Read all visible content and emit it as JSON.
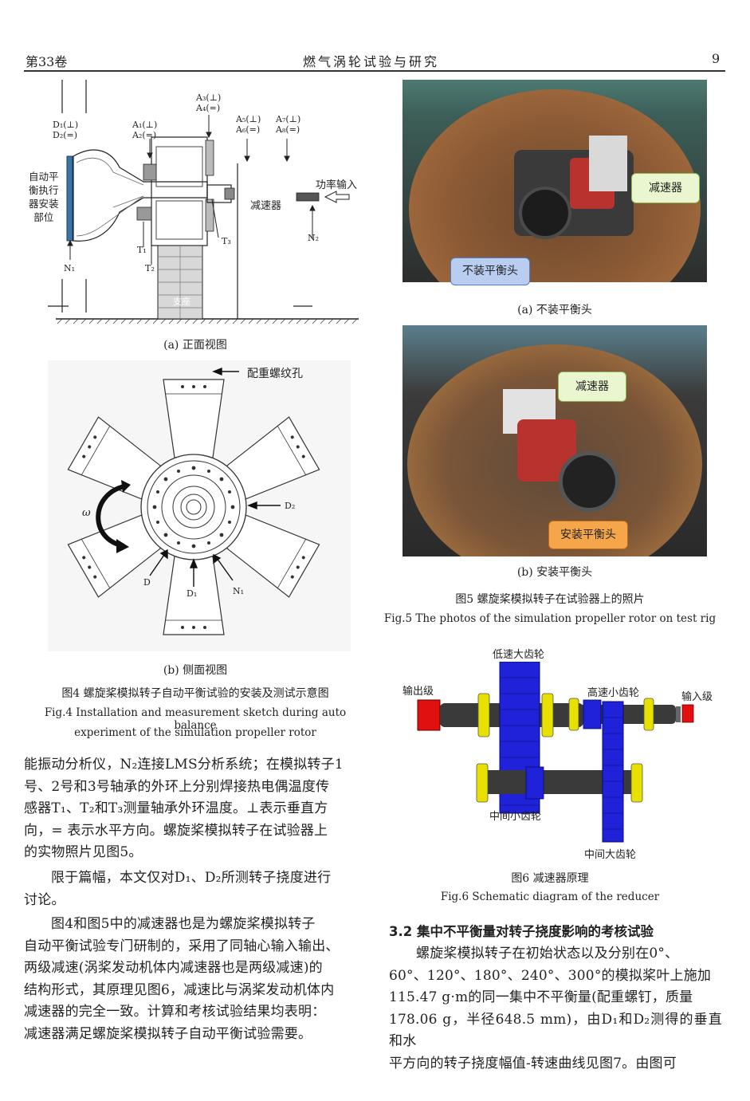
{
  "header": {
    "volume": "第33卷",
    "journal": "燃气涡轮试验与研究",
    "page": "9"
  },
  "fig4a": {
    "labels": {
      "d": "D₁(⊥)",
      "d2": "D₂(=)",
      "a1": "A₁(⊥)",
      "a2": "A₂(=)",
      "a3": "A₃(⊥)",
      "a4": "A₄(=)",
      "a5": "A₅(⊥)",
      "a6": "A₆(=)",
      "a7": "A₇(⊥)",
      "a8": "A₈(=)",
      "actuator": [
        "自动平",
        "衡执行",
        "器安装",
        "部位"
      ],
      "power": "功率输入",
      "reducer": "减速器",
      "support": "支座",
      "n1": "N₁",
      "n2": "N₂",
      "t1": "T₁",
      "t2": "T₂",
      "t3": "T₃"
    },
    "caption": "(a)  正面视图"
  },
  "fig4b": {
    "labels": {
      "hole": "配重螺纹孔",
      "omega": "ω",
      "d2": "D₂",
      "d": "D",
      "d1": "D₁",
      "n1": "N₁"
    },
    "caption": "(b)  侧面视图"
  },
  "fig4_caption_cn": "图4  螺旋桨模拟转子自动平衡试验的安装及测试示意图",
  "fig4_caption_en_1": "Fig.4  Installation and measurement sketch during auto balance",
  "fig4_caption_en_2": "experiment of the simulation propeller rotor",
  "fig5a": {
    "callout_reducer": "减速器",
    "callout_head": "不装平衡头",
    "caption": "(a)  不装平衡头"
  },
  "fig5b": {
    "callout_reducer": "减速器",
    "callout_head": "安装平衡头",
    "caption": "(b)  安装平衡头"
  },
  "fig5_caption_cn": "图5  螺旋桨模拟转子在试验器上的照片",
  "fig5_caption_en": "Fig.5  The photos of the simulation propeller rotor on test rig",
  "fig6": {
    "labels": {
      "low_big": "低速大齿轮",
      "output": "输出级",
      "high_small": "高速小齿轮",
      "input": "输入级",
      "mid_small": "中间小齿轮",
      "mid_big": "中间大齿轮"
    }
  },
  "fig6_caption_cn": "图6  减速器原理",
  "fig6_caption_en": "Fig.6  Schematic diagram of the reducer",
  "left_text": [
    "能振动分析仪，N₂连接LMS分析系统；在模拟转子1",
    "号、2号和3号轴承的外环上分别焊接热电偶温度传",
    "感器T₁、T₂和T₃测量轴承外环温度。⊥表示垂直方",
    "向，= 表示水平方向。螺旋桨模拟转子在试验器上",
    "的实物照片见图5。",
    "限于篇幅，本文仅对D₁、D₂所测转子挠度进行",
    "讨论。",
    "图4和图5中的减速器也是为螺旋桨模拟转子",
    "自动平衡试验专门研制的，采用了同轴心输入输出、",
    "两级减速(涡桨发动机体内减速器也是两级减速)的",
    "结构形式，其原理见图6，减速比与涡桨发动机体内",
    "减速器的完全一致。计算和考核试验结果均表明：",
    "减速器满足螺旋桨模拟转子自动平衡试验需要。"
  ],
  "section_title": "3.2  集中不平衡量对转子挠度影响的考核试验",
  "right_text": [
    "螺旋桨模拟转子在初始状态以及分别在0°、",
    "60°、120°、180°、240°、300°的模拟桨叶上施加",
    "115.47 g·m的同一集中不平衡量(配重螺钉，质量",
    "178.06 g，半径648.5 mm)，由D₁和D₂测得的垂直和水",
    "平方向的转子挠度幅值-转速曲线见图7。由图可"
  ],
  "colors": {
    "gear_blue": "#1f22d8",
    "bearing_yellow": "#e8e000",
    "end_red": "#e01010",
    "callout_green": "#e9f6cf",
    "callout_orange": "#f5a64a",
    "callout_blue": "#b8cdf0"
  }
}
